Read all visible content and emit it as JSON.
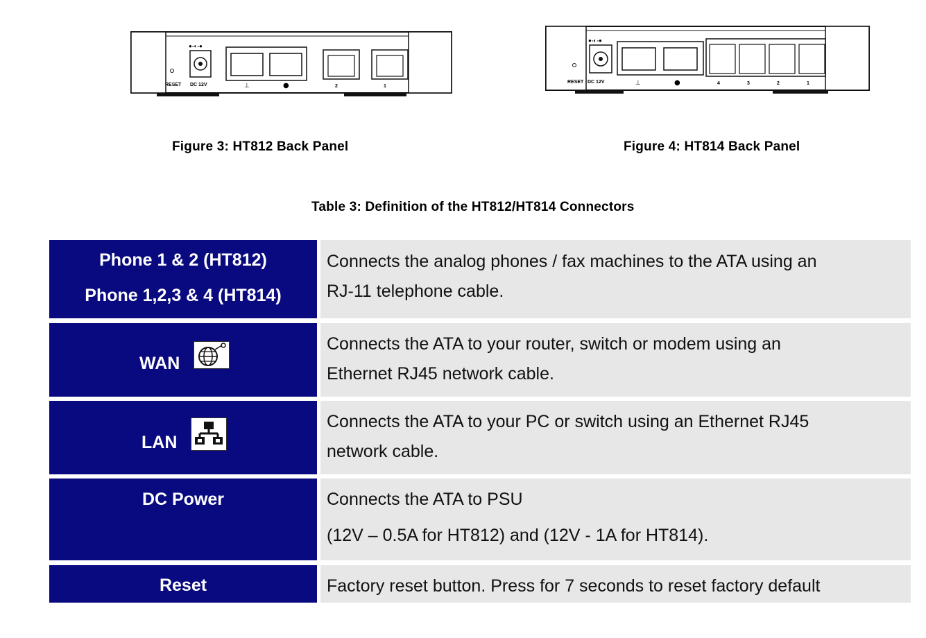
{
  "figures": [
    {
      "caption": "Figure 3: HT812 Back Panel",
      "panel_labels": {
        "reset": "RESET",
        "dc": "DC 12V",
        "phones": [
          "2",
          "1"
        ]
      }
    },
    {
      "caption": "Figure 4: HT814 Back Panel",
      "panel_labels": {
        "reset": "RESET",
        "dc": "DC 12V",
        "phones": [
          "4",
          "3",
          "2",
          "1"
        ]
      }
    }
  ],
  "table_caption": "Table 3: Definition of the HT812/HT814 Connectors",
  "rows": [
    {
      "label_lines": [
        "Phone 1 & 2 (HT812)",
        "Phone 1,2,3 & 4 (HT814)"
      ],
      "desc_lines": [
        "Connects the analog phones / fax machines to the ATA using an",
        "RJ-11 telephone cable."
      ]
    },
    {
      "label_lines": [
        "WAN"
      ],
      "icon": "globe-network-icon",
      "desc_lines": [
        "Connects the ATA to your router, switch or modem using an",
        "Ethernet RJ45 network cable."
      ]
    },
    {
      "label_lines": [
        "LAN"
      ],
      "icon": "lan-network-icon",
      "desc_lines": [
        "Connects the ATA to your PC or switch using an Ethernet RJ45",
        "network cable."
      ]
    },
    {
      "label_lines": [
        "DC Power"
      ],
      "desc_lines": [
        "Connects the ATA to PSU",
        "(12V – 0.5A for HT812) and (12V - 1A for HT814)."
      ]
    },
    {
      "label_lines": [
        "Reset"
      ],
      "desc_lines": [
        "Factory reset button. Press for 7 seconds to reset factory default"
      ]
    }
  ],
  "colors": {
    "label_bg": "#0a0a80",
    "desc_bg": "#e7e7e7"
  }
}
